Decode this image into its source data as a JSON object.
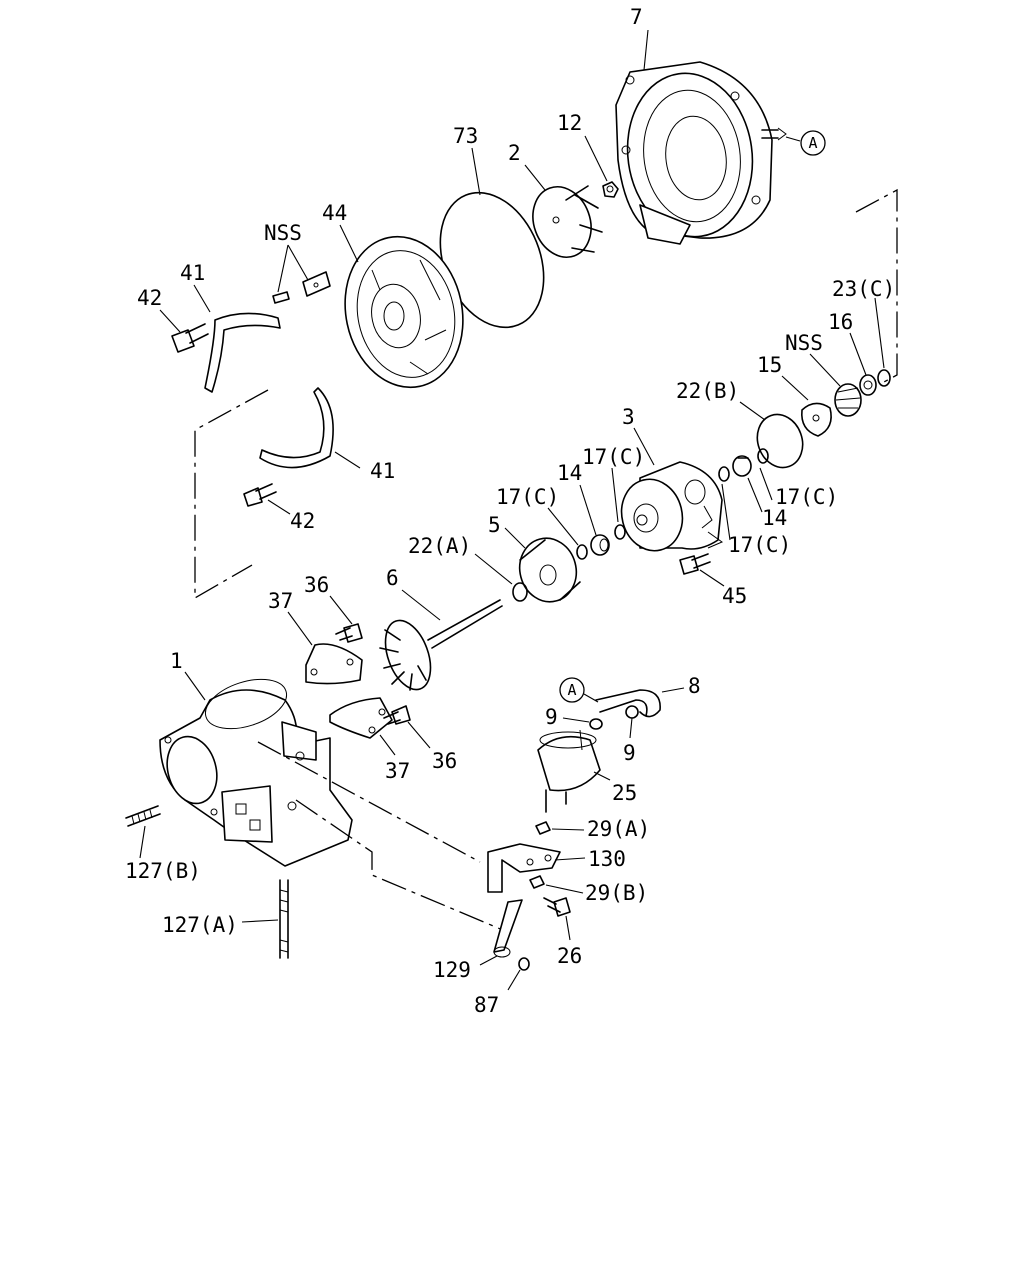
{
  "labels": {
    "p7": "7",
    "p73": "73",
    "p2": "2",
    "p12": "12",
    "p44": "44",
    "nss_top": "NSS",
    "p41_top": "41",
    "p42_top": "42",
    "p23c": "23(C)",
    "p16": "16",
    "nss_mid": "NSS",
    "p15": "15",
    "p22b": "22(B)",
    "p3": "3",
    "p17c_a": "17(C)",
    "p14_a": "14",
    "p17c_b": "17(C)",
    "p5": "5",
    "p22a": "22(A)",
    "p17c_c": "17(C)",
    "p14_b": "14",
    "p17c_d": "17(C)",
    "p45": "45",
    "p41_mid": "41",
    "p42_mid": "42",
    "p36_top": "36",
    "p37_top": "37",
    "p6": "6",
    "p1": "1",
    "p8": "8",
    "p9_left": "9",
    "p9_right": "9",
    "p25": "25",
    "p37_bot": "37",
    "p36_bot": "36",
    "p29a": "29(A)",
    "p130": "130",
    "p29b": "29(B)",
    "p127b": "127(B)",
    "p127a": "127(A)",
    "p26": "26",
    "p129": "129",
    "p87": "87"
  },
  "callouts": {
    "a_top": "A",
    "a_mid": "A"
  }
}
